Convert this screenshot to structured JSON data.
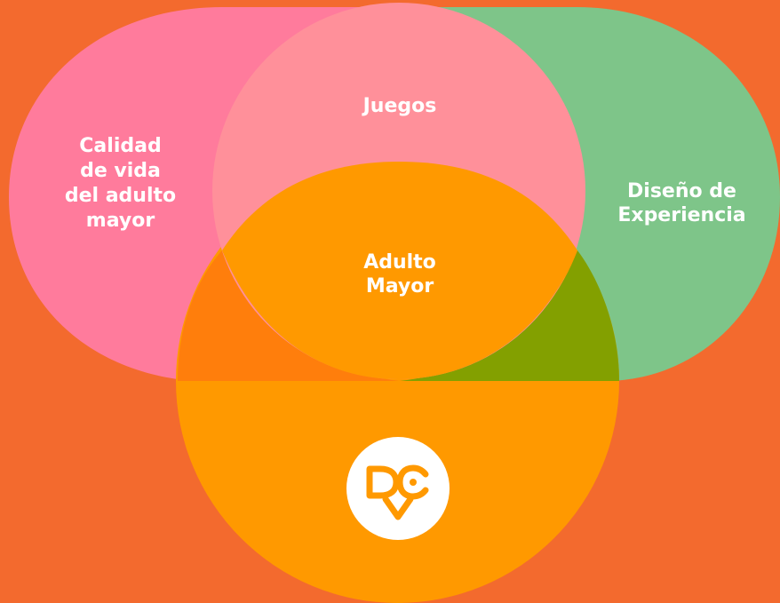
{
  "diagram": {
    "circles": [
      {
        "id": "calidad",
        "label": "Calidad\nde vida\ndel adulto\nmayor",
        "color": "#FF7B9C"
      },
      {
        "id": "juegos",
        "label": "Juegos",
        "color": "#FF909A"
      },
      {
        "id": "diseno",
        "label": "Diseño de\nExperiencia",
        "color": "#7EC589"
      },
      {
        "id": "adulto",
        "label": "Adulto\nMayor",
        "color": "#FF9900"
      }
    ],
    "overlap_colors": {
      "calidad_adulto": "#FF7E0C",
      "diseno_adulto": "#83A000"
    },
    "background": "#F36A2E"
  },
  "logo": {
    "icon": "dcv-logo-icon",
    "text": "DCV"
  }
}
